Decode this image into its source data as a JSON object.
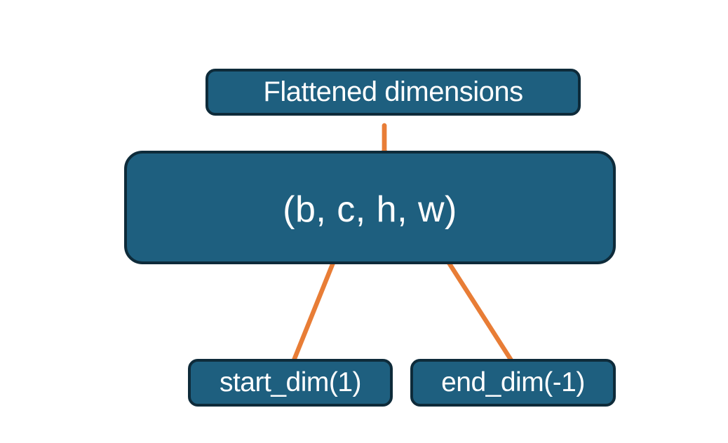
{
  "diagram": {
    "title_box": {
      "label": "Flattened dimensions"
    },
    "tensor_box": {
      "label": "(b, c, h, w)"
    },
    "start_dim_box": {
      "label": "start_dim(1)"
    },
    "end_dim_box": {
      "label": "end_dim(-1)"
    },
    "colors": {
      "node_fill": "#1E5F7F",
      "node_border": "#0E2B3A",
      "node_text": "#FFFFFF",
      "connector_orange": "#E87D36",
      "canvas_bg": "#FFFFFF"
    }
  }
}
